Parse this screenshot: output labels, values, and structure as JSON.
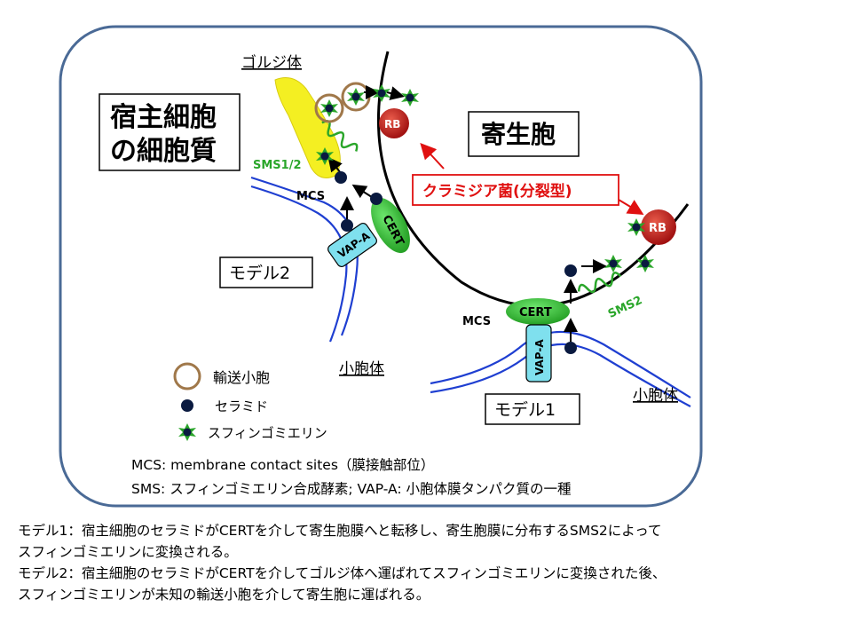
{
  "labels": {
    "golgi": "ゴルジ体",
    "host_cytoplasm_line1": "宿主細胞",
    "host_cytoplasm_line2": "の細胞質",
    "inclusion": "寄生胞",
    "chlamydia": "クラミジア菌(分裂型)",
    "rb": "RB",
    "sms12": "SMS1/2",
    "sms2": "SMS2",
    "mcs": "MCS",
    "cert": "CERT",
    "vapa": "VAP-A",
    "model2": "モデル2",
    "model1": "モデル1",
    "er": "小胞体"
  },
  "legend": {
    "vesicle": "輸送小胞",
    "ceramide": "セラミド",
    "sphingomyelin": "スフィンゴミエリン"
  },
  "definitions": {
    "mcs": "MCS: membrane contact sites（膜接触部位）",
    "sms": "SMS: スフィンゴミエリン合成酵素; VAP-A: 小胞体膜タンパク質の一種"
  },
  "notes": {
    "line1": "モデル1：宿主細胞のセラミドがCERTを介して寄生胞膜へと転移し、寄生胞膜に分布するSMS2によって",
    "line2": "スフィンゴミエリンに変換される。",
    "line3": "モデル2：宿主細胞のセラミドがCERTを介してゴルジ体へ運ばれてスフィンゴミエリンに変換された後、",
    "line4": "スフィンゴミエリンが未知の輸送小胞を介して寄生胞に運ばれる。"
  },
  "colors": {
    "frame": "#4a6a96",
    "membrane": "#1f3fd1",
    "golgi": "#f4ef22",
    "protein_green": "#2aa62a",
    "rb_red": "#c4221a",
    "vesicle_brown": "#a0784a",
    "ceramide": "#0a1a40",
    "vapa_fill": "#7fe0ee",
    "chlamydia_red": "#e01010"
  }
}
